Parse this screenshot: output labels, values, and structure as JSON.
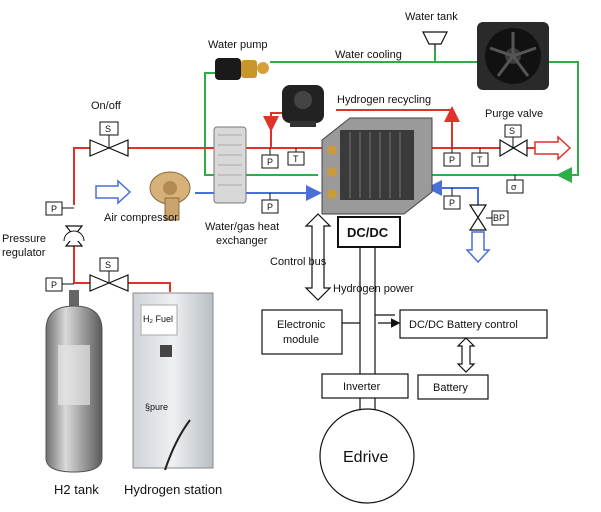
{
  "labels": {
    "water_tank": "Water tank",
    "water_pump": "Water pump",
    "water_cooling": "Water cooling",
    "hydrogen_recycling": "Hydrogen recycling",
    "on_off": "On/off",
    "purge_valve": "Purge valve",
    "air_compressor": "Air compressor",
    "heat_exchanger_1": "Water/gas heat",
    "heat_exchanger_2": "exchanger",
    "pressure_regulator_1": "Pressure",
    "pressure_regulator_2": "regulator",
    "dcdc": "DC/DC",
    "control_bus": "Control bus",
    "hydrogen_power": "Hydrogen power",
    "electronic_module_1": "Electronic",
    "electronic_module_2": "module",
    "dcdc_battery_control": "DC/DC Battery control",
    "inverter": "Inverter",
    "battery": "Battery",
    "edrive": "Edrive",
    "h2_tank": "H2 tank",
    "hydrogen_station": "Hydrogen station",
    "station_brand": "H₂ Fuel",
    "station_logo": "§pure"
  },
  "sensors": {
    "s": "S",
    "p": "P",
    "t": "T",
    "sigma": "σ",
    "bp": "BP"
  },
  "colors": {
    "hydrogen_line": "#e0322a",
    "water_line": "#2fae48",
    "air_line": "#4a6fd8",
    "control_line": "#111111"
  }
}
